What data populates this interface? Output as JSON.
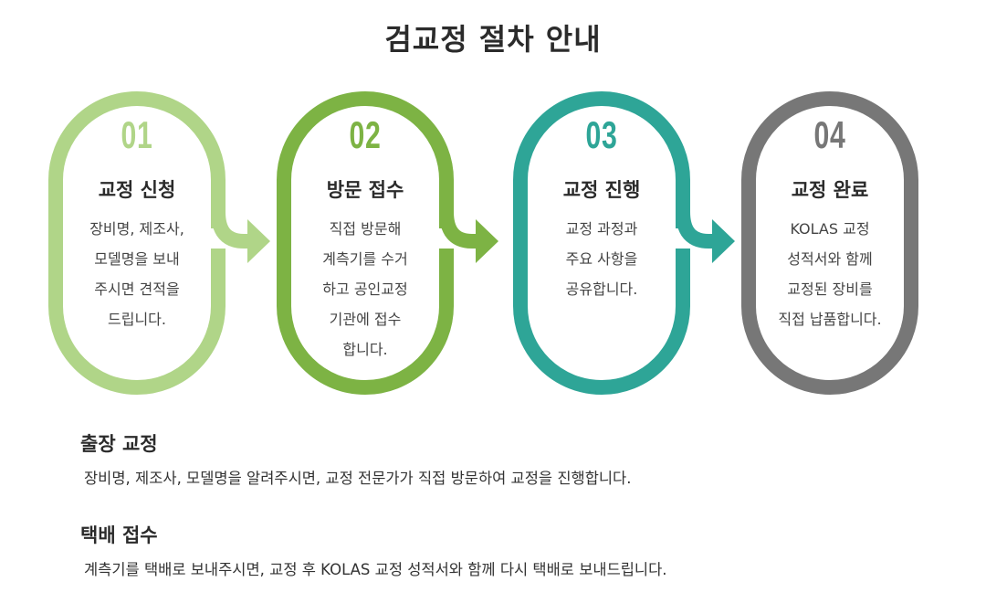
{
  "title": "검교정 절차 안내",
  "steps": [
    {
      "number": "01",
      "heading": "교정 신청",
      "lines": [
        "장비명, 제조사,",
        "모델명을 보내",
        "주시면 견적을",
        "드립니다."
      ],
      "color": "#b0d588"
    },
    {
      "number": "02",
      "heading": "방문 접수",
      "lines": [
        "직접  방문해",
        "계측기를 수거",
        "하고 공인교정",
        "기관에 접수",
        "합니다."
      ],
      "color": "#7db344"
    },
    {
      "number": "03",
      "heading": "교정 진행",
      "lines": [
        "교정 과정과",
        "주요 사항을",
        "공유합니다."
      ],
      "color": "#2ea597"
    },
    {
      "number": "04",
      "heading": "교정 완료",
      "lines": [
        "KOLAS 교정",
        "성적서와 함께",
        "교정된 장비를",
        "직접 납품합니다."
      ],
      "color": "#777777"
    }
  ],
  "sections": [
    {
      "heading": "출장 교정",
      "text": "장비명, 제조사, 모델명을 알려주시면, 교정 전문가가 직접 방문하여 교정을 진행합니다."
    },
    {
      "heading": "택배 접수",
      "text": "계측기를 택배로 보내주시면, 교정 후 KOLAS 교정 성적서와 함께 다시 택배로 보내드립니다."
    }
  ]
}
